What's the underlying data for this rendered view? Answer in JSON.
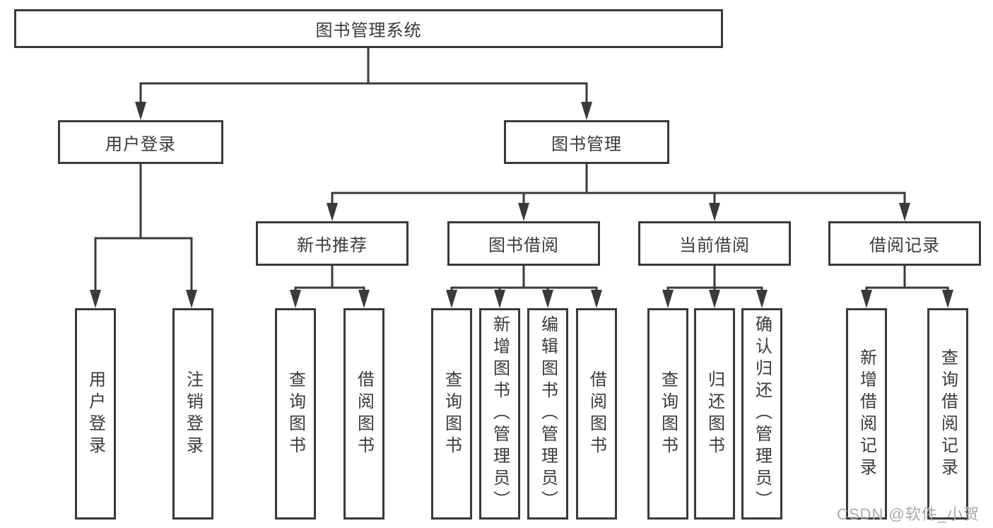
{
  "diagram": {
    "type": "function-structure-tree",
    "tree": {
      "root": {
        "label": "图书管理系统",
        "children": [
          {
            "label": "用户登录",
            "children": [
              {
                "label": "用户登录"
              },
              {
                "label": "注销登录"
              }
            ]
          },
          {
            "label": "图书管理",
            "children": [
              {
                "label": "新书推荐",
                "children": [
                  {
                    "label": "查询图书"
                  },
                  {
                    "label": "借阅图书"
                  }
                ]
              },
              {
                "label": "图书借阅",
                "children": [
                  {
                    "label": "查询图书"
                  },
                  {
                    "label": "新增图书（管理员）"
                  },
                  {
                    "label": "编辑图书（管理员）"
                  },
                  {
                    "label": "借阅图书"
                  }
                ]
              },
              {
                "label": "当前借阅",
                "children": [
                  {
                    "label": "查询图书"
                  },
                  {
                    "label": "归还图书"
                  },
                  {
                    "label": "确认归还（管理员）"
                  }
                ]
              },
              {
                "label": "借阅记录",
                "children": [
                  {
                    "label": "新增借阅记录"
                  },
                  {
                    "label": "查询借阅记录"
                  }
                ]
              }
            ]
          }
        ]
      }
    },
    "colors": {
      "line": "#3a3a3a",
      "box_border": "#3a3a3a",
      "text": "#3a3a3a",
      "watermark": "#a9a9a9",
      "background": "#ffffff"
    }
  },
  "watermark": {
    "text": "CSDN @软件_小贺同学"
  }
}
